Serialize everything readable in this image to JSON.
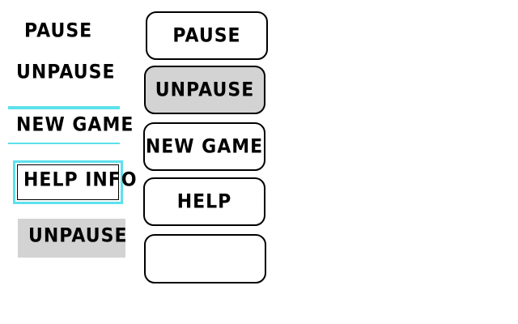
{
  "left_column": {
    "pause_text": "PAUSE",
    "unpause_text": "UNPAUSE",
    "new_game_text": "NEW GAME",
    "help_info_text": "HELP INFO",
    "unpause_gray_text": "UNPAUSE"
  },
  "button_column": {
    "pause_label": "PAUSE",
    "unpause_label": "UNPAUSE",
    "new_game_label": "NEW GAME",
    "help_label": "HELP",
    "blank_label": ""
  },
  "colors": {
    "accent_cyan": "#5ce1ec",
    "pressed_gray": "#d3d3d3",
    "outline": "#000000",
    "background": "#ffffff"
  }
}
